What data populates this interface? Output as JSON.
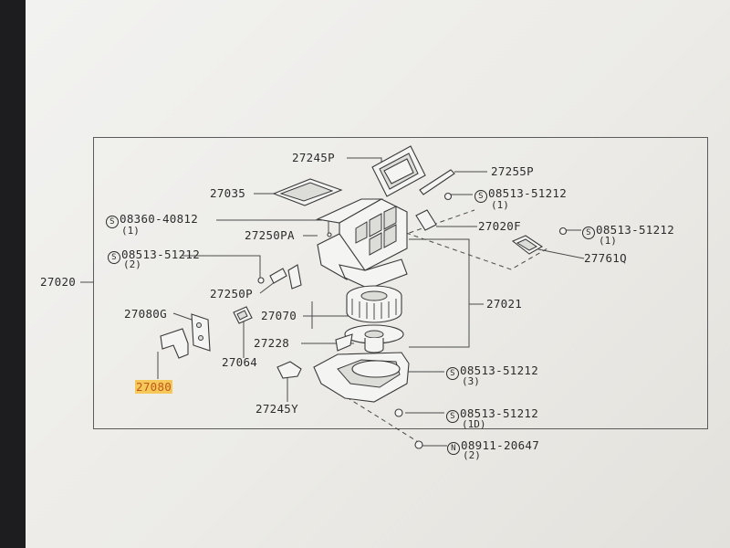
{
  "labels": {
    "p27245p": "27245P",
    "p27255p": "27255P",
    "p27035": "27035",
    "b0851351212_top": "08513-51212",
    "b0851351212_top_qty": "(1)",
    "b0836040812": "08360-40812",
    "b0836040812_qty": "(1)",
    "p27020f": "27020F",
    "b0851351212_right": "08513-51212",
    "b0851351212_right_qty": "(1)",
    "p27250pa": "27250PA",
    "b0851351212_left": "08513-51212",
    "b0851351212_left_qty": "(2)",
    "p27761q": "27761Q",
    "p27020": "27020",
    "p27250p": "27250P",
    "p27021": "27021",
    "p27080g": "27080G",
    "p27070": "27070",
    "p27228": "27228",
    "b0851351212_mid": "08513-51212",
    "b0851351212_mid_qty": "(3)",
    "p27064": "27064",
    "p27080": "27080",
    "p27245y": "27245Y",
    "b0851351212_low": "08513-51212",
    "b0851351212_low_qty": "(1D)",
    "n0891120647": "08911-20647",
    "n0891120647_qty": "(2)"
  },
  "symbols": {
    "bolt": "S",
    "nut": "N"
  },
  "colors": {
    "highlight": "#f6c85a",
    "highlight_text": "#c05a1a"
  }
}
